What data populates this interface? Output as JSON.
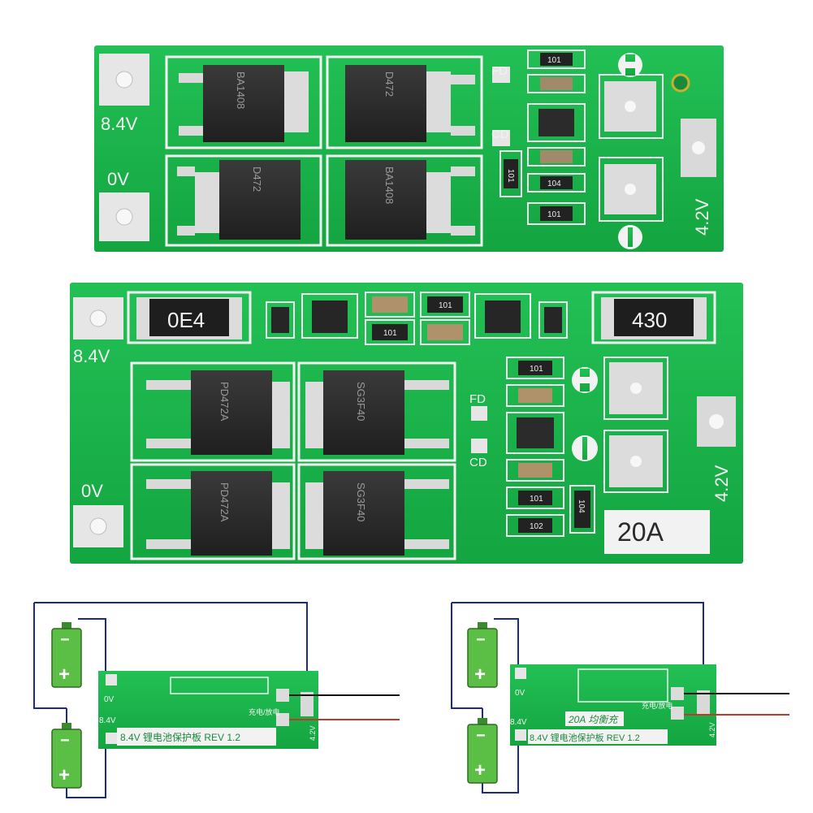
{
  "board1": {
    "label_8v4": "8.4V",
    "label_0v": "0V",
    "label_4v2": "4.2V",
    "label_fd": "FD",
    "label_cd": "CD",
    "mosfet_marks": [
      "BA1408",
      "D472"
    ],
    "resistor_codes": [
      "101",
      "101",
      "104",
      "101"
    ]
  },
  "board2": {
    "label_8v4": "8.4V",
    "label_0v": "0V",
    "label_4v2": "4.2V",
    "label_fd": "FD",
    "label_cd": "CD",
    "label_rating": "20A",
    "shunt_left": "0E4",
    "shunt_right": "430",
    "mosfet_marks": [
      "SG3F40",
      "PD472A"
    ],
    "resistor_codes": [
      "101",
      "101",
      "101",
      "101",
      "104",
      "102"
    ]
  },
  "diagram1": {
    "label_0v": "0V",
    "label_8v4": "8.4V",
    "label_4v2": "4.2V",
    "board_text": "8.4V 锂电池保护板 REV 1.2",
    "charge_text": "充电/放电",
    "battery_plus": "+",
    "battery_minus": "−"
  },
  "diagram2": {
    "label_0v": "0V",
    "label_8v4": "8.4V",
    "label_4v2": "4.2V",
    "board_text": "8.4V 锂电池保护板 REV 1.2",
    "charge_text": "充电/放电",
    "rating_text": "20A 均衡充",
    "battery_plus": "+",
    "battery_minus": "−"
  },
  "colors": {
    "pcb": "#19b34a",
    "pcb_dark": "#129a3b",
    "silk": "#f2f2f2",
    "wire_blue": "#1d2a8c",
    "wire_red": "#c0392b",
    "battery": "#53b93f"
  }
}
